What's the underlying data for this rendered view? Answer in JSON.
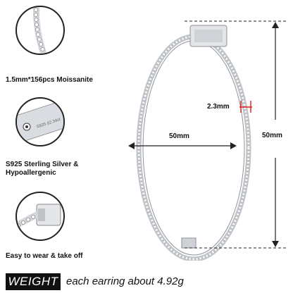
{
  "features": [
    {
      "label": "1.5mm*156pcs Moissanite",
      "icon": "stone-closeup-icon"
    },
    {
      "label_lines": [
        "S925 Sterling Silver &",
        "Hypoallergenic"
      ],
      "icon": "clasp-stamp-icon",
      "stamp": "S925 d2.34ct"
    },
    {
      "label": "Easy to wear & take off",
      "icon": "hinge-clasp-icon"
    }
  ],
  "dimensions": {
    "thickness": "2.3mm",
    "width": "50mm",
    "height": "50mm"
  },
  "weight": {
    "label": "WEIGHT",
    "text": "each earring about 4.92g"
  },
  "colors": {
    "metal": "#c9ccd1",
    "accent_red": "#e01b24",
    "banner_black": "#111111"
  }
}
